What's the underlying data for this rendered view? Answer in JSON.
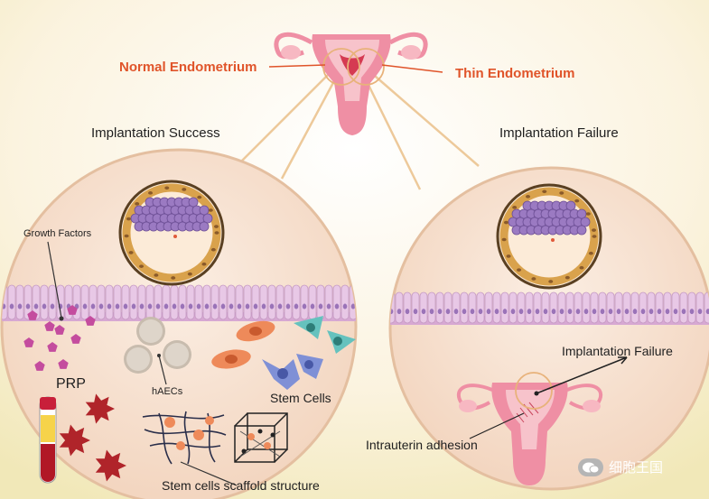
{
  "labels": {
    "normal": "Normal Endometrium",
    "thin": "Thin Endometrium",
    "success": "Implantation Success",
    "failure": "Implantation Failure",
    "growth_factors": "Growth Factors",
    "prp": "PRP",
    "haecs": "hAECs",
    "stem_cells": "Stem Cells",
    "scaffold": "Stem cells scaffold structure",
    "failure_arrow": "Implantation Failure",
    "adhesion": "Intrauterin adhesion"
  },
  "watermark": {
    "text": "细胞王国",
    "icon": "wechat-icon"
  },
  "colors": {
    "accent_label": "#e0542a",
    "circle_fill": "#f6dcc9",
    "uterus": "#ef8fa4",
    "blastocyst_inner": "#9b7ac2",
    "epithelium": "#e8c8e6",
    "prp_cells": "#b0242a",
    "growth_factor": "#c44c9e",
    "stem_blue": "#7f90d6",
    "stem_teal": "#65c2be",
    "stem_orange": "#ee8a5a"
  }
}
